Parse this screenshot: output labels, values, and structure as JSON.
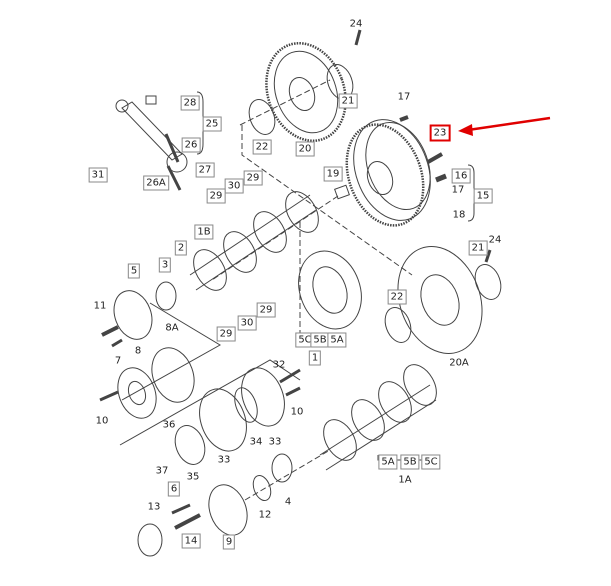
{
  "diagram": {
    "highlighted_part": "23",
    "highlight_color": "#e00000",
    "labels": [
      "24",
      "21",
      "22",
      "20",
      "28",
      "25",
      "26",
      "27",
      "31",
      "26A",
      "19",
      "29",
      "30",
      "29",
      "1B",
      "2",
      "3",
      "5",
      "17",
      "23",
      "16",
      "17",
      "15",
      "18",
      "21",
      "24",
      "22",
      "20A",
      "11",
      "8A",
      "29",
      "30",
      "29",
      "7",
      "8",
      "5C",
      "5B",
      "5A",
      "1",
      "32",
      "10",
      "10",
      "36",
      "34",
      "33",
      "33",
      "35",
      "37",
      "5A",
      "5B",
      "5C",
      "1A",
      "6",
      "13",
      "14",
      "9",
      "12",
      "4"
    ]
  }
}
